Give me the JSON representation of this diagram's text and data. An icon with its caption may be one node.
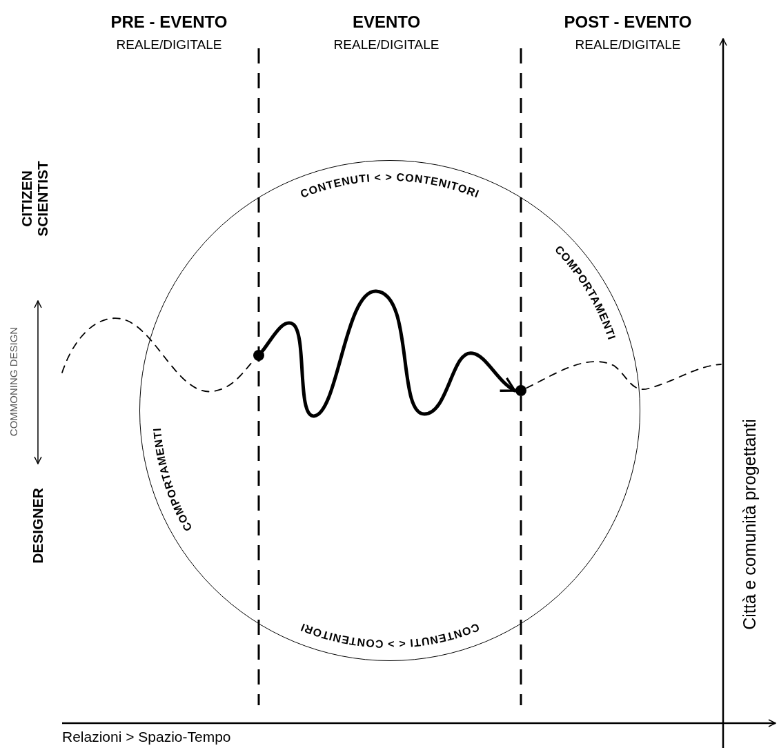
{
  "diagram": {
    "nodes": [
      {
        "text": [
          "CONTENUTI < > CONTENITORI",
          "COMPORTAMENTI",
          "CONTENUTI < > CONTENITORI",
          "COMPORTAMENTI"
        ]
      },
      {
        "text": [],
        "shape": "circle",
        "in": 0
      },
      {
        "text": [],
        "shape": "circle",
        "in": 0
      }
    ],
    "edges": [
      {
        "from": 1,
        "to": 2,
        "arrow": "to",
        "style": "thick"
      },
      {
        "from": null,
        "to": 1,
        "arrow": "none",
        "style": "dashed"
      },
      {
        "from": 2,
        "to": null,
        "arrow": "none",
        "style": "dashed"
      }
    ],
    "labels": [
      "PRE - EVENTO",
      "REALE/DIGITALE",
      "EVENTO",
      "REALE/DIGITALE",
      "POST - EVENTO",
      "REALE/DIGITALE",
      "CITIZEN SCIENTIST",
      "COMMONING DESIGN",
      "DESIGNER",
      "Città e comunità progettanti",
      "Relazioni > Spazio-Tempo"
    ]
  }
}
